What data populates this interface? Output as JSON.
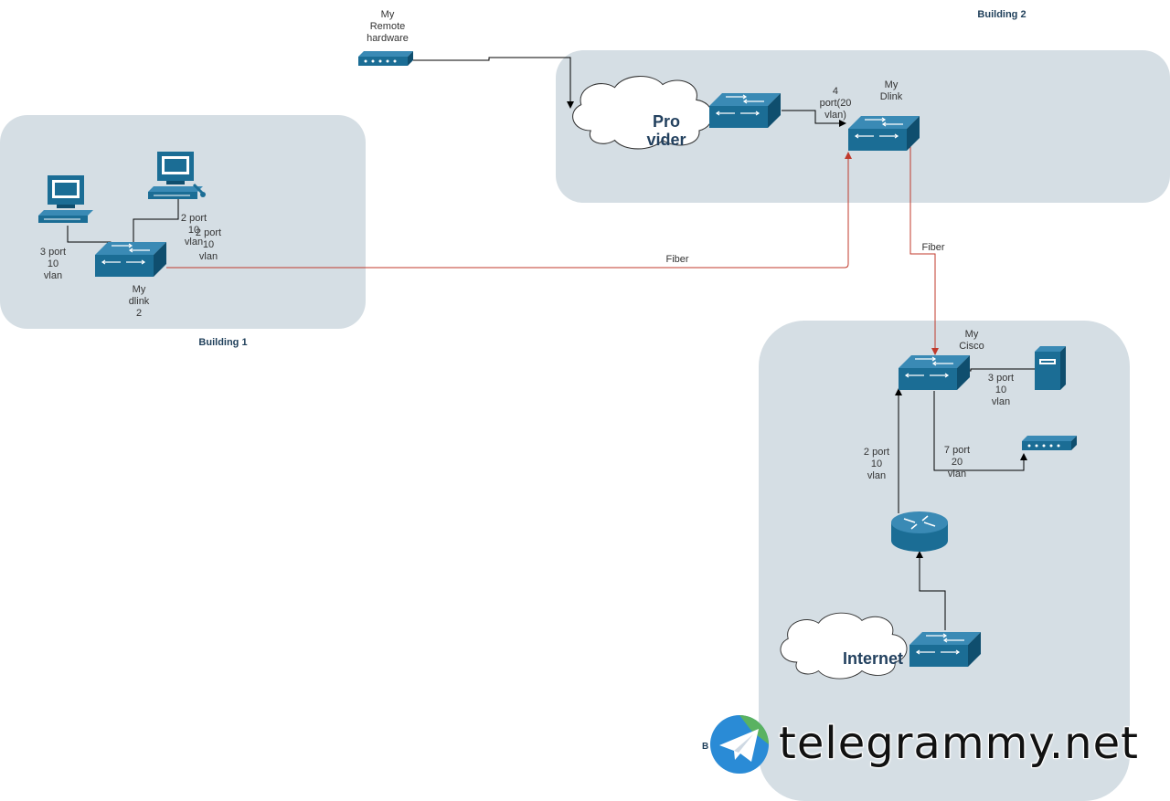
{
  "groups": {
    "building1_label": "Building 1",
    "building2_label": "Building 2",
    "building3_label_partial": "B"
  },
  "nodes": {
    "remote_hardware": "My\nRemote\nhardware",
    "provider_cloud": "Pro\nvider",
    "dlink": "My\nDlink",
    "dlink2": "My\ndlink\n2",
    "cisco": "My\nCisco",
    "internet_cloud": "Internet"
  },
  "edges": {
    "fiber_building1": "Fiber",
    "fiber_cisco": "Fiber",
    "dlink_4port": "4\nport(20\nvlan)",
    "b1_pc1_3port": "3 port\n10\nvlan",
    "b1_pc2_2port_a": "2 port\n10\nvlan",
    "b1_pc2_2port_b": "2 port\n10\nvlan",
    "cisco_server_3port": "3 port\n10\nvlan",
    "cisco_device_7port": "7 port\n20\nvlan",
    "cisco_router_2port": "2 port\n10\nvlan"
  },
  "colors": {
    "group_fill": "#d5dee4",
    "device_blue": "#1b6d95",
    "device_dark": "#0f4e6e",
    "fiber_line": "#c0392b",
    "line": "#000000"
  },
  "watermark": {
    "text": "telegrammy.net",
    "logo": "telegram-plane-icon"
  }
}
